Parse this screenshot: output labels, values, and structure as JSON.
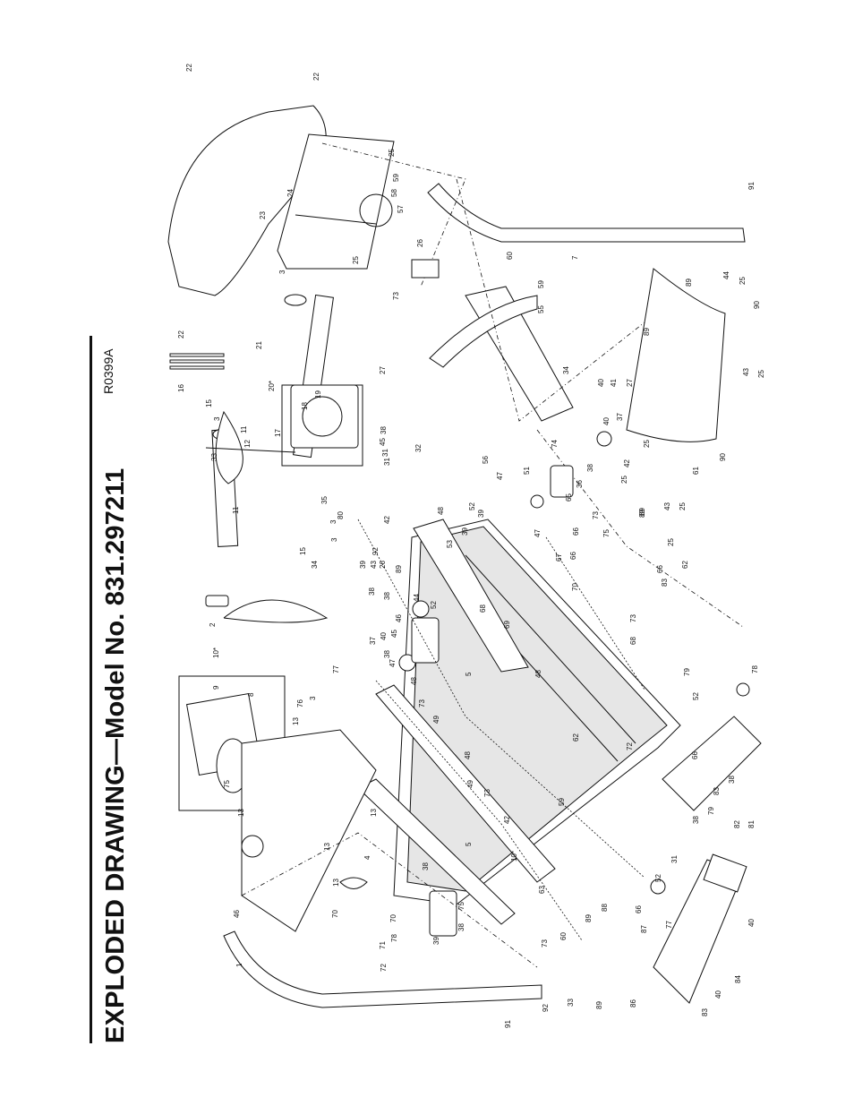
{
  "header": {
    "title": "EXPLODED DRAWING—Model No. 831.297211",
    "drawing_code": "R0399A"
  },
  "labels": [
    "1",
    "2",
    "3",
    "3",
    "3",
    "3",
    "3",
    "4",
    "5",
    "5",
    "7",
    "8",
    "9",
    "10*",
    "11",
    "12",
    "13",
    "13",
    "13",
    "13",
    "13",
    "14",
    "15",
    "16",
    "17",
    "18",
    "19",
    "20*",
    "21",
    "22",
    "22",
    "22",
    "23",
    "24",
    "25",
    "25",
    "25",
    "25",
    "25",
    "25",
    "25",
    "26",
    "27",
    "28",
    "29",
    "30",
    "31",
    "31",
    "32",
    "33",
    "34",
    "34",
    "35",
    "36",
    "36",
    "37",
    "37",
    "38",
    "38",
    "38",
    "38",
    "38",
    "38",
    "38",
    "39",
    "39",
    "39",
    "39",
    "39",
    "40",
    "40",
    "40",
    "40",
    "40",
    "41",
    "42",
    "43",
    "44",
    "45",
    "46",
    "47",
    "47",
    "48",
    "48",
    "48",
    "48",
    "48",
    "49",
    "49",
    "49",
    "49",
    "50",
    "51",
    "52",
    "52",
    "53",
    "53",
    "54",
    "55",
    "56",
    "57",
    "58",
    "59",
    "59",
    "60",
    "61",
    "62",
    "62",
    "63",
    "64",
    "65",
    "66",
    "66",
    "66",
    "66",
    "67",
    "68",
    "69",
    "70",
    "70",
    "70",
    "71",
    "72",
    "72",
    "73",
    "73",
    "73",
    "73",
    "73",
    "73",
    "73",
    "74",
    "75",
    "75",
    "75",
    "76",
    "77",
    "77",
    "78",
    "78",
    "78",
    "79",
    "79",
    "80",
    "81",
    "82",
    "83",
    "83",
    "84",
    "85",
    "86",
    "87",
    "88",
    "89",
    "89",
    "89",
    "89",
    "89",
    "90",
    "90",
    "91",
    "91",
    "92",
    "92",
    "92"
  ]
}
